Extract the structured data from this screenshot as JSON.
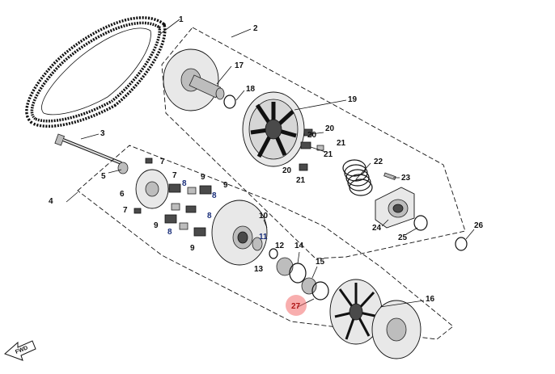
{
  "diagram": {
    "callouts": [
      {
        "id": "c1",
        "text": "1"
      },
      {
        "id": "c2",
        "text": "2"
      },
      {
        "id": "c3",
        "text": "3"
      },
      {
        "id": "c4",
        "text": "4"
      },
      {
        "id": "c5",
        "text": "5"
      },
      {
        "id": "c6",
        "text": "6"
      },
      {
        "id": "c7a",
        "text": "7"
      },
      {
        "id": "c7b",
        "text": "7"
      },
      {
        "id": "c7c",
        "text": "7"
      },
      {
        "id": "c8a",
        "text": "8"
      },
      {
        "id": "c8b",
        "text": "8"
      },
      {
        "id": "c8c",
        "text": "8"
      },
      {
        "id": "c8d",
        "text": "8"
      },
      {
        "id": "c9a",
        "text": "9"
      },
      {
        "id": "c9b",
        "text": "9"
      },
      {
        "id": "c9c",
        "text": "9"
      },
      {
        "id": "c9d",
        "text": "9"
      },
      {
        "id": "c10",
        "text": "10"
      },
      {
        "id": "c11",
        "text": "11"
      },
      {
        "id": "c12",
        "text": "12"
      },
      {
        "id": "c13",
        "text": "13"
      },
      {
        "id": "c14",
        "text": "14"
      },
      {
        "id": "c15",
        "text": "15"
      },
      {
        "id": "c16",
        "text": "16"
      },
      {
        "id": "c17",
        "text": "17"
      },
      {
        "id": "c18",
        "text": "18"
      },
      {
        "id": "c19",
        "text": "19"
      },
      {
        "id": "c20a",
        "text": "20"
      },
      {
        "id": "c20b",
        "text": "20"
      },
      {
        "id": "c20c",
        "text": "20"
      },
      {
        "id": "c21a",
        "text": "21"
      },
      {
        "id": "c21b",
        "text": "21"
      },
      {
        "id": "c21c",
        "text": "21"
      },
      {
        "id": "c22",
        "text": "22"
      },
      {
        "id": "c23",
        "text": "23"
      },
      {
        "id": "c24",
        "text": "24"
      },
      {
        "id": "c25",
        "text": "25"
      },
      {
        "id": "c26",
        "text": "26"
      },
      {
        "id": "c27",
        "text": "27"
      }
    ],
    "fwd_label": "FWD",
    "highlight_color": "#f26b6b",
    "highlight_label_color": "#b01818"
  }
}
